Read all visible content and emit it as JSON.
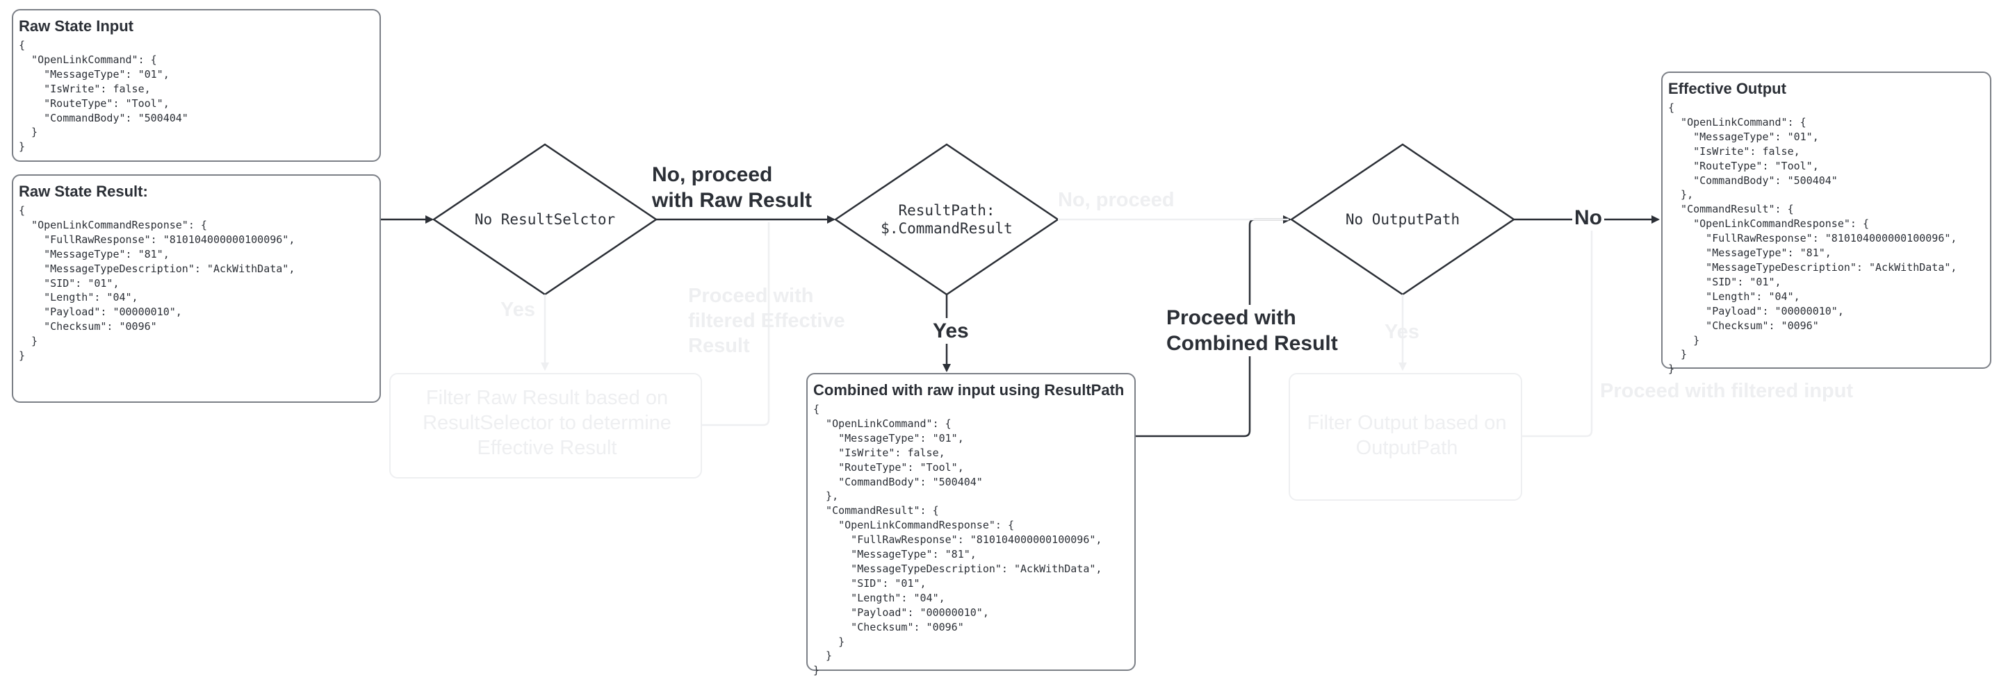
{
  "boxes": {
    "raw_input": {
      "title": "Raw State Input",
      "code": "{\n  \"OpenLinkCommand\": {\n    \"MessageType\": \"01\",\n    \"IsWrite\": false,\n    \"RouteType\": \"Tool\",\n    \"CommandBody\": \"500404\"\n  }\n}"
    },
    "raw_result": {
      "title": "Raw State Result:",
      "code": "{\n  \"OpenLinkCommandResponse\": {\n    \"FullRawResponse\": \"810104000000100096\",\n    \"MessageType\": \"81\",\n    \"MessageTypeDescription\": \"AckWithData\",\n    \"SID\": \"01\",\n    \"Length\": \"04\",\n    \"Payload\": \"00000010\",\n    \"Checksum\": \"0096\"\n  }\n}"
    },
    "combined": {
      "title": "Combined with raw input using ResultPath",
      "code": "{\n  \"OpenLinkCommand\": {\n    \"MessageType\": \"01\",\n    \"IsWrite\": false,\n    \"RouteType\": \"Tool\",\n    \"CommandBody\": \"500404\"\n  },\n  \"CommandResult\": {\n    \"OpenLinkCommandResponse\": {\n      \"FullRawResponse\": \"810104000000100096\",\n      \"MessageType\": \"81\",\n      \"MessageTypeDescription\": \"AckWithData\",\n      \"SID\": \"01\",\n      \"Length\": \"04\",\n      \"Payload\": \"00000010\",\n      \"Checksum\": \"0096\"\n    }\n  }\n}"
    },
    "effective_output": {
      "title": "Effective Output",
      "code": "{\n  \"OpenLinkCommand\": {\n    \"MessageType\": \"01\",\n    \"IsWrite\": false,\n    \"RouteType\": \"Tool\",\n    \"CommandBody\": \"500404\"\n  },\n  \"CommandResult\": {\n    \"OpenLinkCommandResponse\": {\n      \"FullRawResponse\": \"810104000000100096\",\n      \"MessageType\": \"81\",\n      \"MessageTypeDescription\": \"AckWithData\",\n      \"SID\": \"01\",\n      \"Length\": \"04\",\n      \"Payload\": \"00000010\",\n      \"Checksum\": \"0096\"\n    }\n  }\n}"
    },
    "filter_raw": {
      "text": "Filter Raw Result based on ResultSelector to determine Effective Result"
    },
    "filter_output": {
      "text": "Filter Output based on OutputPath"
    }
  },
  "diamonds": {
    "result_selector": {
      "text": "No ResultSelctor"
    },
    "result_path": {
      "line1": "ResultPath:",
      "line2": "$.CommandResult"
    },
    "output_path": {
      "text": "No OutputPath"
    }
  },
  "labels": {
    "no_proceed_raw_1": "No, proceed",
    "no_proceed_raw_2": "with Raw Result",
    "yes_selector": "Yes",
    "proceed_filtered_effective_1": "Proceed with",
    "proceed_filtered_effective_2": "filtered Effective",
    "proceed_filtered_effective_3": "Result",
    "no_proceed": "No, proceed",
    "yes_result_path": "Yes",
    "proceed_combined_1": "Proceed with",
    "proceed_combined_2": "Combined Result",
    "no_output": "No",
    "yes_output": "Yes",
    "proceed_filtered_input": "Proceed with filtered input"
  },
  "colors": {
    "stroke": "#2b2f36",
    "box_border": "#7b7f86",
    "faint": "#eeeff1"
  }
}
